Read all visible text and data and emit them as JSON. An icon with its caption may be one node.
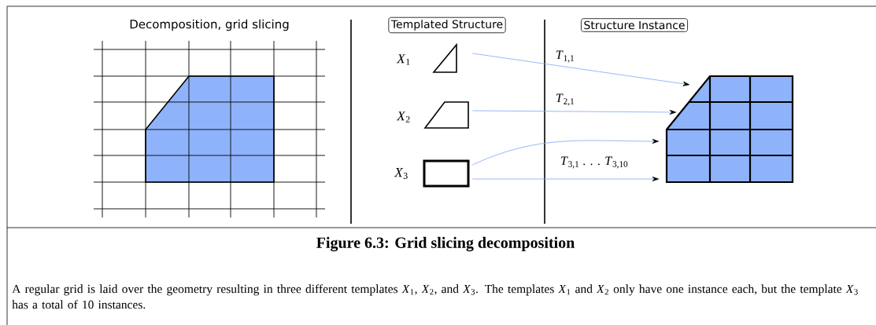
{
  "diagram": {
    "caption": "Figure 6.3: Grid slicing decomposition",
    "nodes": [
      {
        "text": [
          "Templated Structure"
        ]
      },
      {
        "text": [
          "Structure Instance"
        ]
      },
      {
        "text": [],
        "shape": "triangle",
        "beside": [
          "*X*$_{1}$"
        ]
      },
      {
        "text": [],
        "shape": "trapezoid",
        "beside": [
          "*X*$_{2}$"
        ]
      },
      {
        "text": [],
        "shape": "box",
        "beside": [
          "*X*$_{3}$"
        ]
      },
      {
        "text": [],
        "shape": "picture"
      }
    ],
    "edges": [
      {
        "from": 2,
        "to": 5,
        "arrow": "to",
        "label": "*T*$_{1,1}$"
      },
      {
        "from": 3,
        "to": 5,
        "arrow": "to",
        "label": "*T*$_{2,1}$"
      },
      {
        "from": 4,
        "to": 5,
        "arrow": "to"
      },
      {
        "from": 4,
        "to": 5,
        "arrow": "to",
        "label": "*T*$_{3,1}$ . . . *T*$_{3,10}$"
      }
    ],
    "labels": [
      "Decomposition, grid slicing",
      "A regular grid is laid over the geometry resulting in three different templates *X*$_{1}$, *X*$_{2}$, and *X*$_{3}$. The templates *X*$_{1}$ and *X*$_{2}$ only have one instance each, but the template *X*$_{3}$ has a total of 10 instances."
    ]
  }
}
